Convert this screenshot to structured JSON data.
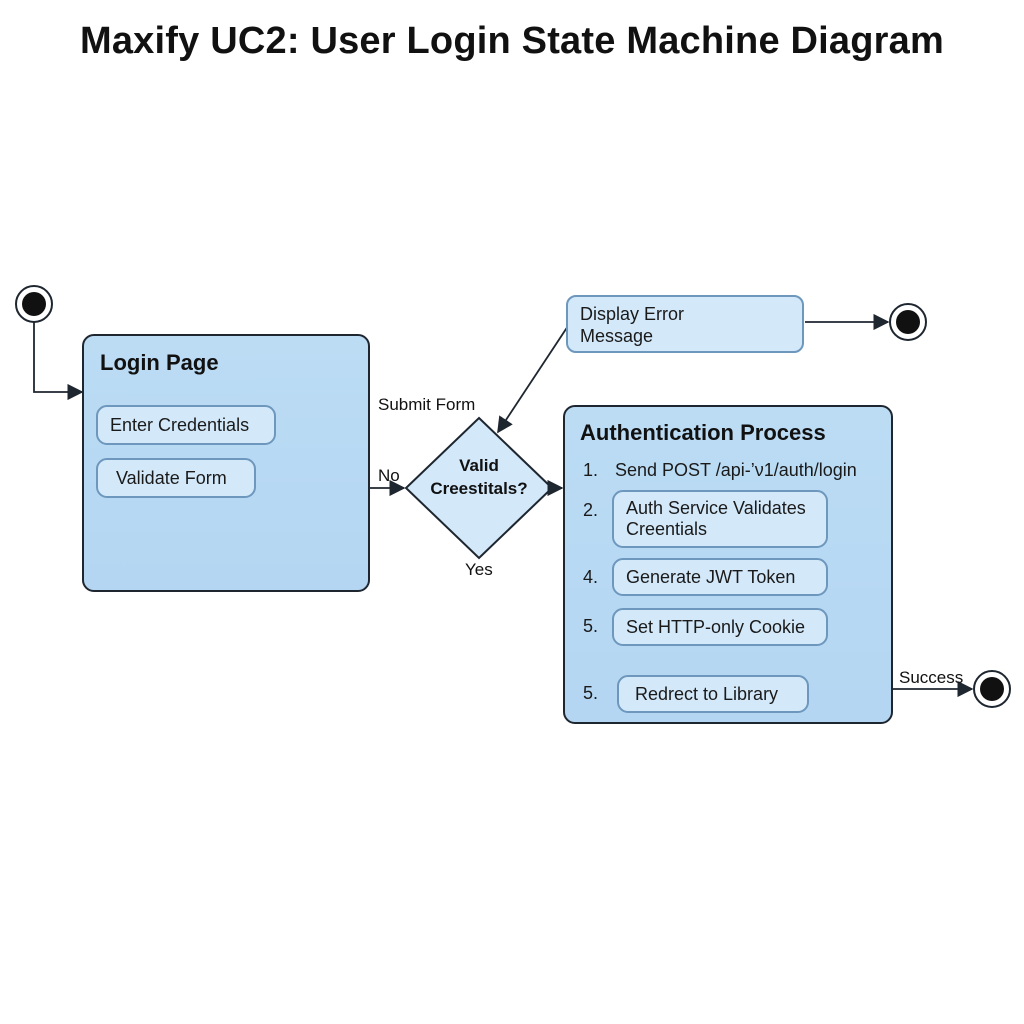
{
  "diagram": {
    "title": "Maxify UC2: User Login State Machine Diagram",
    "login_page": {
      "title": "Login Page",
      "actions": [
        "Enter Credentials",
        "Validate Form"
      ]
    },
    "edges": {
      "submit_form": "Submit Form",
      "no": "No",
      "yes": "Yes",
      "success": "Success"
    },
    "decision": {
      "line1": "Valid",
      "line2": "Creestitals?"
    },
    "error_state": {
      "line1": "Display Error",
      "line2": "Message"
    },
    "auth_process": {
      "title": "Authentication Process",
      "steps": [
        {
          "num": "1.",
          "text": "Send POST /api-’ν1/auth/login"
        },
        {
          "num": "2.",
          "text": "Auth Service Validates Creentials"
        },
        {
          "num": "4.",
          "text": "Generate JWT Token"
        },
        {
          "num": "5.",
          "text": "Set HTTP-only Cookie"
        },
        {
          "num": "5.",
          "text": "Redrect to Library"
        }
      ]
    },
    "colors": {
      "state_fill": "#b8d9f3",
      "pill_fill": "#d3e9fa",
      "pill_border": "#6d97bd",
      "line": "#1e2630"
    }
  }
}
